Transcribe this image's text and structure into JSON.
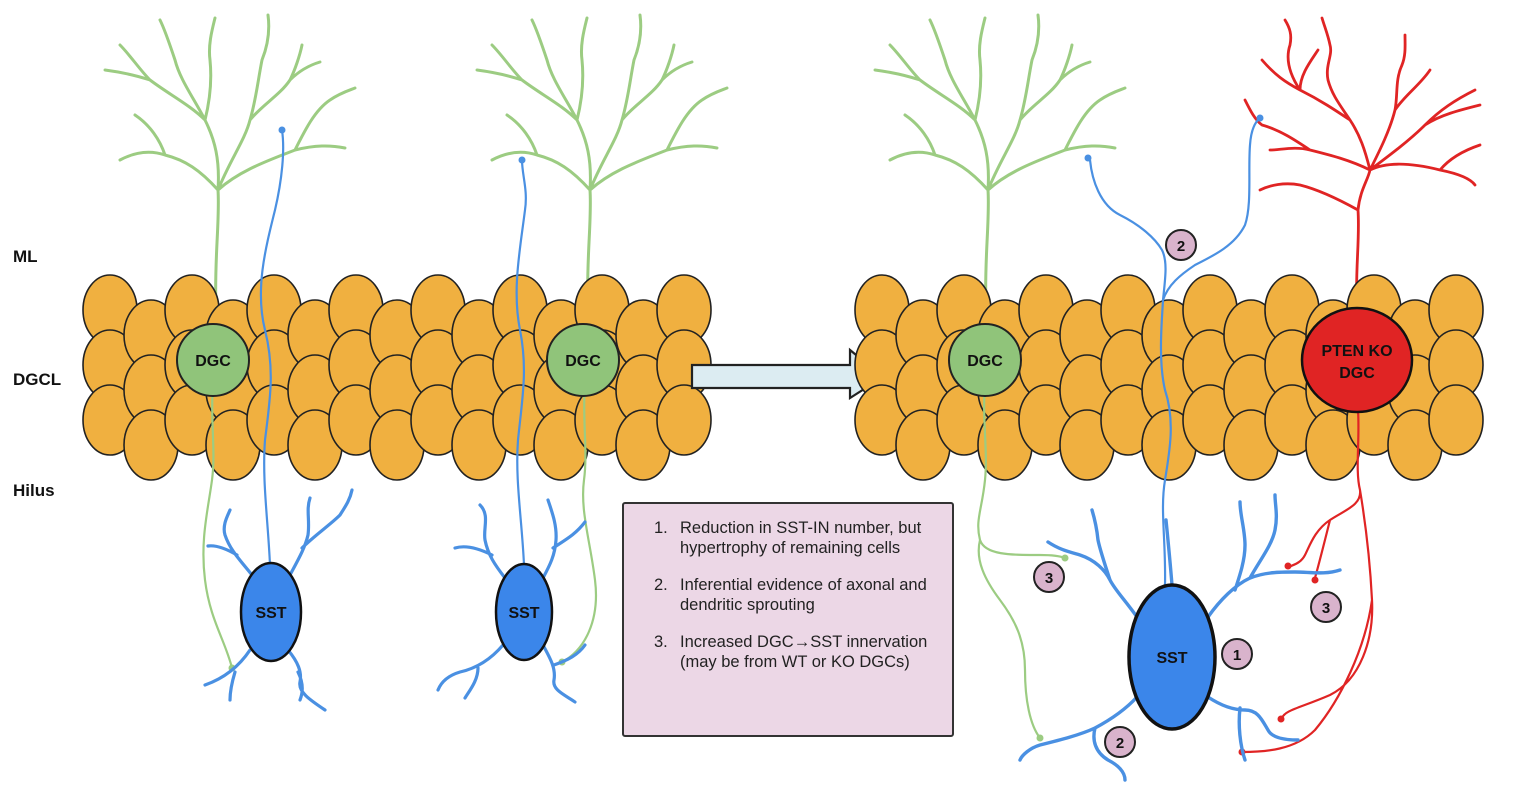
{
  "layers": {
    "ml": "ML",
    "dgcl": "DGCL",
    "hilus": "Hilus"
  },
  "cells": {
    "dgc": "DGC",
    "sst": "SST",
    "pten_ko_line1": "PTEN KO",
    "pten_ko_line2": "DGC"
  },
  "markers": [
    "1",
    "2",
    "3"
  ],
  "legend": {
    "items": [
      {
        "num": "1.",
        "text": "Reduction in SST-IN number, but hypertrophy of remaining cells"
      },
      {
        "num": "2.",
        "text": "Inferential evidence of axonal and dendritic sprouting"
      },
      {
        "num": "3.",
        "text": "Increased DGC→SST innervation (may be from WT or KO DGCs)"
      }
    ]
  },
  "colors": {
    "granule": "#f0b040",
    "dgc": "#90c47a",
    "dgc_fiber": "#9ccc82",
    "sst": "#3b86ea",
    "sst_fiber": "#4a90e2",
    "pten": "#e02424",
    "marker": "#d9b3cc",
    "arrow": "#dcecf2",
    "legend_bg": "#ecd7e6"
  }
}
